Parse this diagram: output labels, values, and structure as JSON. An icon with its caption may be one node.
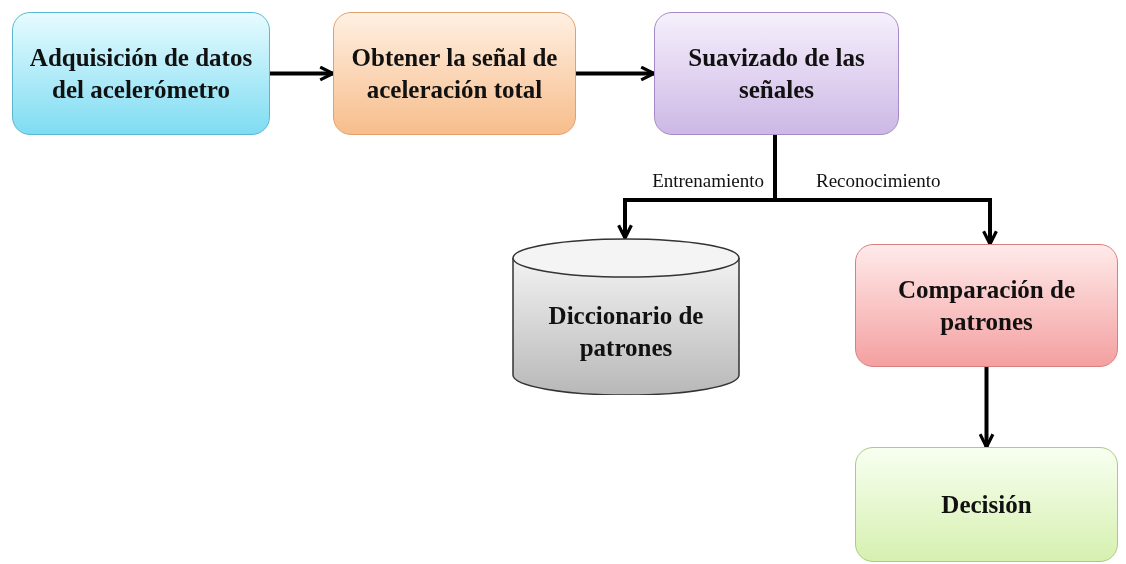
{
  "diagram": {
    "nodes": [
      {
        "text": [
          "Adquisición de datos del acelerómetro"
        ]
      },
      {
        "text": [
          "Obtener la señal de aceleración total"
        ]
      },
      {
        "text": [
          "Suavizado de las señales"
        ]
      },
      {
        "text": [
          "Diccionario de patrones"
        ]
      },
      {
        "text": [
          "Comparación de patrones"
        ]
      },
      {
        "text": [
          "Decisión"
        ]
      }
    ],
    "edges": [
      {
        "from": 0,
        "to": 1,
        "arrow": "to"
      },
      {
        "from": 1,
        "to": 2,
        "arrow": "to"
      },
      {
        "from": 2,
        "to": 3,
        "arrow": "to",
        "label": "Entrenamiento"
      },
      {
        "from": 2,
        "to": 4,
        "arrow": "to",
        "label": "Reconocimiento"
      },
      {
        "from": 4,
        "to": 5,
        "arrow": "to"
      }
    ]
  }
}
